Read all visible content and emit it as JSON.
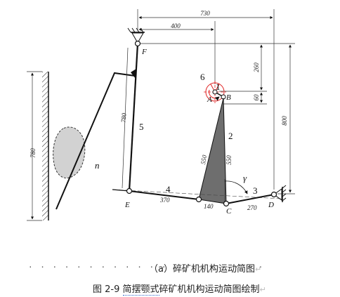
{
  "dimensions": {
    "top_total": "730",
    "top_left": "400",
    "right_260": "260",
    "right_60": "60",
    "right_800": "800",
    "left_780": "780",
    "link5": "780",
    "left_550": "550",
    "right_550": "550",
    "bot_370": "370",
    "bot_140": "140",
    "bot_270": "270"
  },
  "labels": {
    "F": "F",
    "E": "E",
    "A": "A",
    "B": "B",
    "C": "C",
    "D": "D",
    "n": "n",
    "gamma": "γ",
    "l1": "1",
    "l2": "2",
    "l3": "3",
    "l4": "4",
    "l5": "5",
    "l6": "6"
  },
  "captions": {
    "sub": "（a）碎矿机机构运动简图",
    "main_prefix": "图 2-9 ",
    "main_underlined": "简摆颚式",
    "main_suffix": "碎矿机机构运动简图绘制",
    "return_mark": "↵"
  },
  "colors": {
    "ink": "#111111",
    "crank": "#e02020",
    "jaw_fill": "#6e6e6e",
    "rock_fill": "#d2d2d2"
  }
}
